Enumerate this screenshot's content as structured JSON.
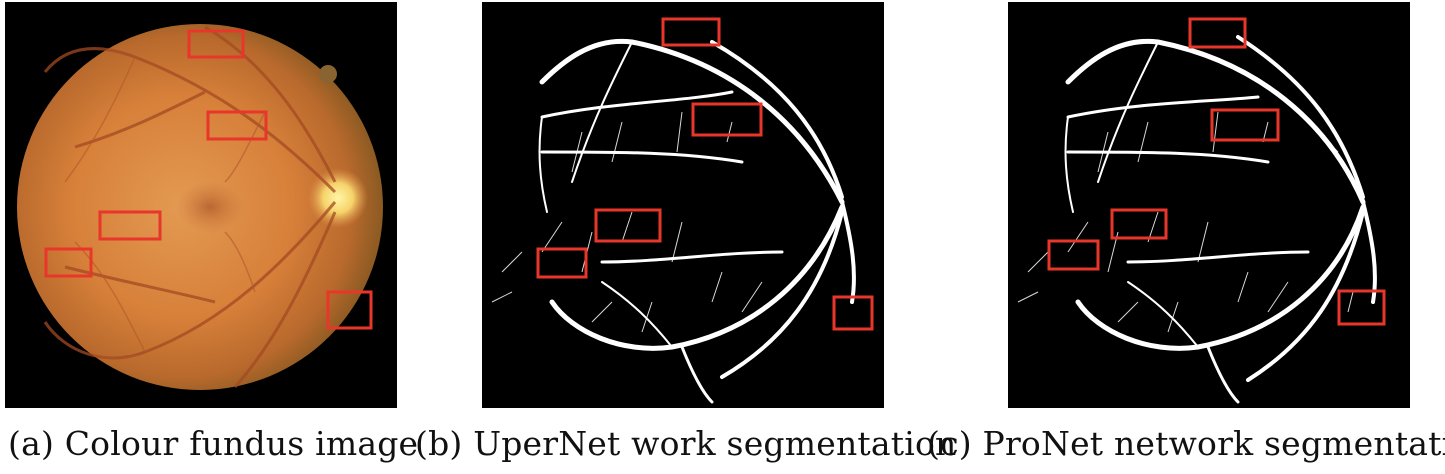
{
  "figure": {
    "panels": [
      {
        "id": "a",
        "tag": "(a)",
        "caption": "Colour fundus image",
        "content": "fundus-photograph"
      },
      {
        "id": "b",
        "tag": "(b)",
        "caption": "UperNet work segmentation",
        "content": "vessel-segmentation-mask"
      },
      {
        "id": "c",
        "tag": "(c)",
        "caption": "ProNet network segmentation",
        "content": "vessel-segmentation-mask"
      }
    ],
    "colors": {
      "highlight_box": "#e8362b",
      "mask_background": "#000000",
      "vessel": "#ffffff",
      "fundus_tint": "#d9823a"
    }
  }
}
